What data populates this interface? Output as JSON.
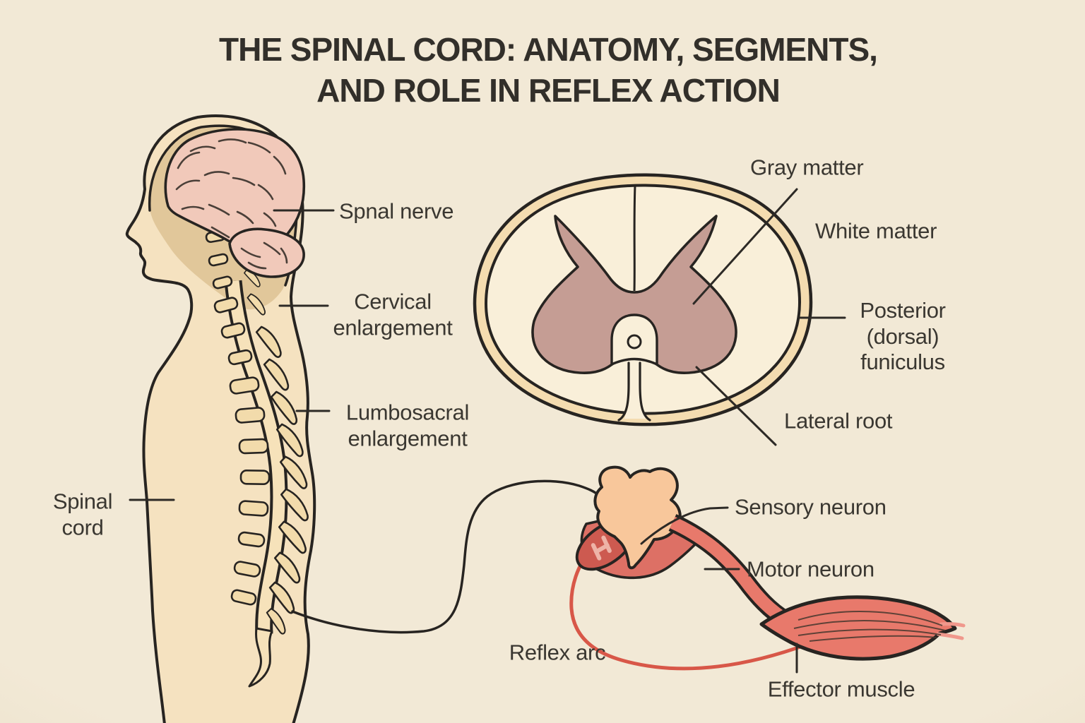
{
  "title": "THE SPINAL CORD: ANATOMY, SEGMENTS,\nAND ROLE IN REFLEX ACTION",
  "labels": {
    "spinal_nerve": "Spnal nerve",
    "cervical_enlargement": "Cervical\nenlargement",
    "lumbosacral_enlargement": "Lumbosacral\nenlargement",
    "spinal_cord": "Spinal\ncord",
    "gray_matter": "Gray matter",
    "white_matter": "White matter",
    "posterior_dorsal_funiculus": "Posterior\n(dorsal)\nfuniculus",
    "lateral_root": "Lateral root",
    "sensory_neuron": "Sensory neuron",
    "motor_neuron": "Motor neuron",
    "reflex_arc": "Reflex arc",
    "effector_muscle": "Effector muscle"
  },
  "colors": {
    "bg": "#f2e9d6",
    "bg_edge": "#e2d5b8",
    "ink": "#272421",
    "text": "#3a3731",
    "title": "#322f2a",
    "body": "#f5e2c0",
    "bone": "#f2dbab",
    "brain_pink": "#f1c9ba",
    "brain_shade": "#d9bd8e",
    "cord_fill": "#f6e2ba",
    "ring": "#f4dcb0",
    "section_inner": "#f9efd9",
    "gray_matter": "#c59d94",
    "peach": "#f8c79b",
    "salmon": "#e8796b",
    "salmon_dark": "#dd7065",
    "cut_face": "#cd5a50",
    "cut_stripe": "#f2bdb1",
    "red": "#d85748",
    "muscle_fiber": "#47382e"
  }
}
